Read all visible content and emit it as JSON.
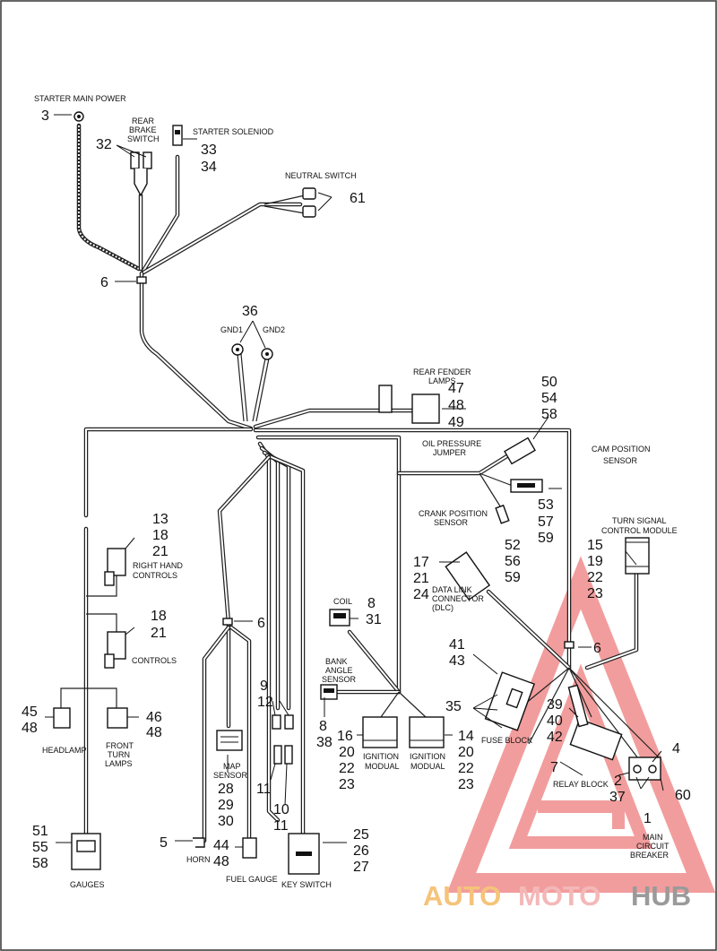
{
  "labels": {
    "starter_main_power": "STARTER MAIN POWER",
    "rear_brake_1": "REAR",
    "rear_brake_2": "BRAKE",
    "rear_brake_3": "SWITCH",
    "starter_solenoid": "STARTER SOLENIOD",
    "neutral_switch": "NEUTRAL SWITCH",
    "gnd1": "GND1",
    "gnd2": "GND2",
    "rear_fender_1": "REAR FENDER",
    "rear_fender_2": "LAMPS",
    "oil_pressure_1": "OIL PRESSURE",
    "oil_pressure_2": "JUMPER",
    "cam_position_1": "CAM POSITION",
    "cam_position_2": "SENSOR",
    "crank_position_1": "CRANK POSITION",
    "crank_position_2": "SENSOR",
    "turn_signal_1": "TURN SIGNAL",
    "turn_signal_2": "CONTROL MODULE",
    "right_hand_controls_1": "RIGHT HAND",
    "right_hand_controls_2": "CONTROLS",
    "controls": "CONTROLS",
    "dlc_1": "DATA LINK",
    "dlc_2": "CONNECTOR",
    "dlc_3": "(DLC)",
    "coil": "COIL",
    "bank_angle_1": "BANK",
    "bank_angle_2": "ANGLE",
    "bank_angle_3": "SENSOR",
    "headlamp": "HEADLAMP",
    "front_turn_1": "FRONT",
    "front_turn_2": "TURN",
    "front_turn_3": "LAMPS",
    "ignition_1a": "IGNITION",
    "ignition_1b": "MODUAL",
    "ignition_2a": "IGNITION",
    "ignition_2b": "MODUAL",
    "fuse_block": "FUSE BLOCK",
    "relay_block": "RELAY BLOCK",
    "main_breaker_1": "MAIN",
    "main_breaker_2": "CIRCUIT",
    "main_breaker_3": "BREAKER",
    "map_sensor_1": "MAP",
    "map_sensor_2": "SENSOR",
    "horn": "HORN",
    "fuel_gauge": "FUEL GAUGE",
    "key_switch": "KEY SWITCH",
    "gauges": "GAUGES"
  },
  "callouts": {
    "c3": "3",
    "c32": "32",
    "c33": "33",
    "c34": "34",
    "c61": "61",
    "c6a": "6",
    "c36": "36",
    "c47": "47",
    "c48a": "48",
    "c49": "49",
    "c50": "50",
    "c54": "54",
    "c58a": "58",
    "c53": "53",
    "c57": "57",
    "c59a": "59",
    "c52": "52",
    "c56": "56",
    "c59b": "59",
    "c13": "13",
    "c18a": "18",
    "c21a": "21",
    "c15": "15",
    "c19": "19",
    "c22a": "22",
    "c23a": "23",
    "c17": "17",
    "c21b": "21",
    "c24": "24",
    "c18b": "18",
    "c21c": "21",
    "c8a": "8",
    "c31": "31",
    "c6b": "6",
    "c6c": "6",
    "c41": "41",
    "c43": "43",
    "c45": "45",
    "c48b": "48",
    "c46": "46",
    "c48c": "48",
    "c9": "9",
    "c12": "12",
    "c8b": "8",
    "c38": "38",
    "c35": "35",
    "c39": "39",
    "c40": "40",
    "c42": "42",
    "c4": "4",
    "c16": "16",
    "c20a": "20",
    "c22b": "22",
    "c23b": "23",
    "c14": "14",
    "c20b": "20",
    "c22c": "22",
    "c23c": "23",
    "c7": "7",
    "c2": "2",
    "c37": "37",
    "c60": "60",
    "c28": "28",
    "c29": "29",
    "c30": "30",
    "c11a": "11",
    "c10": "10",
    "c11b": "11",
    "c1": "1",
    "c51": "51",
    "c55": "55",
    "c58b": "58",
    "c25": "25",
    "c26": "26",
    "c27": "27",
    "c5": "5",
    "c44": "44",
    "c48d": "48"
  },
  "watermark": {
    "auto": "AUTO",
    "moto": "MOTO",
    "hub": "HUB",
    "color_auto": "#f5c37a",
    "color_moto": "#f4b8b8",
    "color_hub": "#9a9a9a",
    "triangle_color": "#f08c8c"
  }
}
